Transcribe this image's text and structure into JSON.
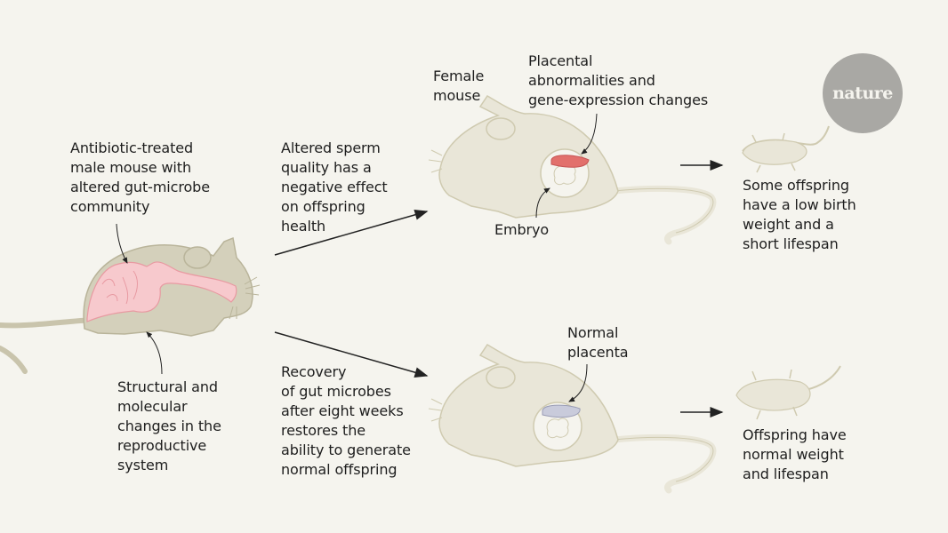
{
  "brand": {
    "logo_text": "nature"
  },
  "colors": {
    "background": "#f5f4ee",
    "male_mouse": "#d4d0bb",
    "male_outline": "#b9b49a",
    "female_mouse": "#e9e6d8",
    "female_outline": "#cfcab0",
    "gut": "#f7c9cd",
    "gut_outline": "#e89aa2",
    "abnormal_placenta": "#e2706c",
    "normal_placenta": "#c9cbdb",
    "arrow": "#222222",
    "logo": "#a9a8a4"
  },
  "labels": {
    "male_mouse": "Antibiotic-treated\nmale mouse with\naltered gut-microbe\ncommunity",
    "reproductive": "Structural and\nmolecular\nchanges in the\nreproductive\nsystem",
    "sperm_effect": "Altered sperm\nquality has a\nnegative effect\non offspring\nhealth",
    "recovery": "Recovery\nof gut microbes\nafter eight weeks\nrestores the\nability to generate\nnormal offspring",
    "female_mouse": "Female\nmouse",
    "placental_abnormal": "Placental\nabnormalities and\ngene-expression changes",
    "embryo": "Embryo",
    "normal_placenta": "Normal\nplacenta",
    "offspring_bad": "Some offspring\nhave a low birth\nweight and a\nshort lifespan",
    "offspring_good": "Offspring have\nnormal weight\nand lifespan"
  }
}
